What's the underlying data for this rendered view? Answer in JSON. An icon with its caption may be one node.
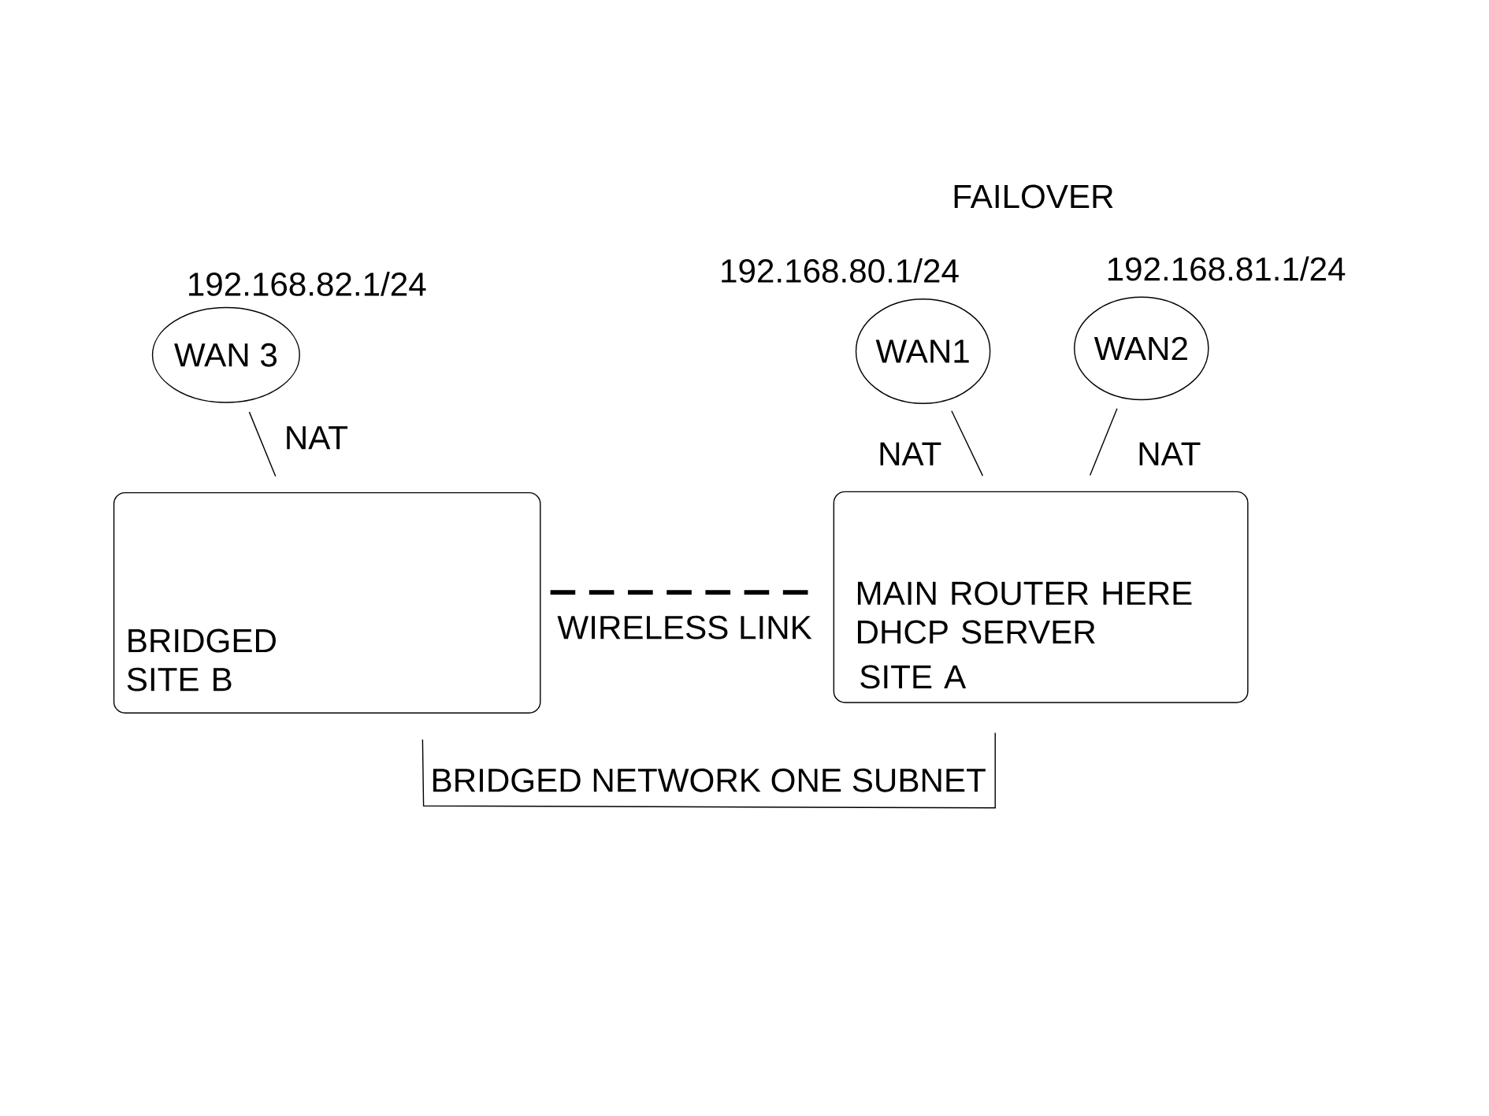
{
  "diagram": {
    "nodes": [
      {
        "text": [
          "WAN 3"
        ],
        "beside": [
          "192.168.82.1/24"
        ]
      },
      {
        "text": [
          "WAN1"
        ],
        "beside": [
          "192.168.80.1/24"
        ]
      },
      {
        "text": [
          "WAN2"
        ],
        "beside": [
          "192.168.81.1/24"
        ]
      },
      {
        "text": [
          "BRIDGED SITE B"
        ]
      },
      {
        "text": [
          "MAIN ROUTER HERE DHCP SERVER",
          "SITE A"
        ]
      }
    ],
    "edges": [
      {
        "from": 3,
        "to": 0,
        "arrow": "none",
        "label": "NAT"
      },
      {
        "from": 4,
        "to": 1,
        "arrow": "none",
        "label": "NAT"
      },
      {
        "from": 4,
        "to": 2,
        "arrow": "none",
        "label": "NAT"
      },
      {
        "from": 3,
        "to": 4,
        "arrow": "none",
        "label": "WIRELESS LINK",
        "style": "dashed"
      }
    ],
    "labels": [
      "FAILOVER",
      "BRIDGED NETWORK ONE SUBNET"
    ]
  }
}
